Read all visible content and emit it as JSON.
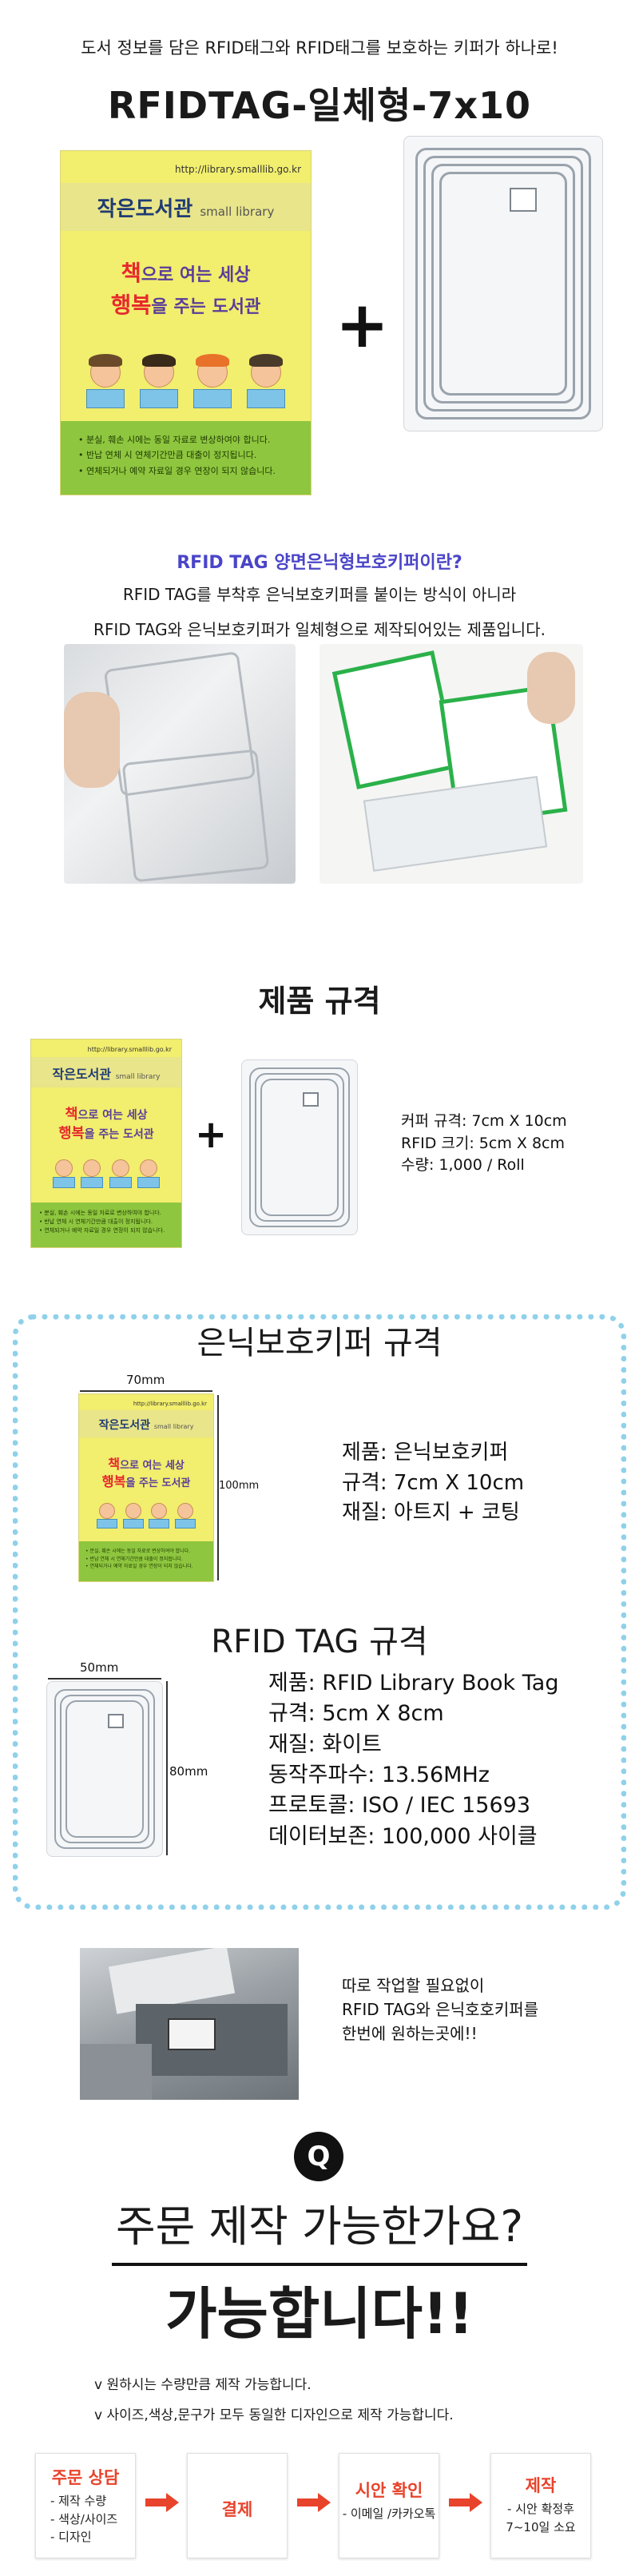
{
  "header": {
    "tagline": "도서 정보를 담은 RFID태그와  RFID태그를 보호하는 키퍼가 하나로!",
    "product_title": "RFIDTAG-일체형-7x10"
  },
  "cover": {
    "url": "http://library.smalllib.go.kr",
    "library_name": "작은도서관",
    "library_name_en": "small library",
    "slogan_line1_highlight": "책",
    "slogan_line1_rest": "으로 여는 세상",
    "slogan_line2_highlight": "행복",
    "slogan_line2_rest": "을 주는 도서관",
    "notes": [
      "• 분실, 훼손 시에는 동일 자료로 변상하여야 합니다.",
      "• 반납 연체 시 연체기간만큼 대출이 정지됩니다.",
      "• 연체되거나 예약 자료일 경우 연장이 되지 않습니다."
    ]
  },
  "plus_sign": "+",
  "intro": {
    "heading": "RFID TAG 양면은닉형보호키퍼이란?",
    "line1": "RFID TAG를 부착후 은닉보호키퍼를 붙이는 방식이 아니라",
    "line2": "RFID TAG와 은닉보호키퍼가 일체형으로 제작되어있는 제품입니다."
  },
  "spec_section": {
    "title": "제품 규격",
    "lines": [
      "커퍼 규격: 7cm X 10cm",
      "RFID 크기: 5cm X 8cm",
      "수량: 1,000 / Roll"
    ]
  },
  "keeper_spec": {
    "title": "은닉보호키퍼 규격",
    "width_label": "70mm",
    "height_label": "100mm",
    "lines": [
      "제품: 은닉보호키퍼",
      "규격: 7cm X 10cm",
      "재질: 아트지 + 코팅"
    ]
  },
  "rfid_spec": {
    "title": "RFID TAG 규격",
    "width_label": "50mm",
    "height_label": "80mm",
    "lines": [
      "제품: RFID Library Book Tag",
      "규격: 5cm X 8cm",
      "재질: 화이트",
      "동작주파수: 13.56MHz",
      "프로토콜: ISO / IEC 15693",
      "데이터보존: 100,000 사이클"
    ]
  },
  "machine": {
    "lines": [
      "따로 작업할 필요없이",
      "RFID TAG와 은닉호호키퍼를",
      "한번에 원하는곳에!!"
    ]
  },
  "faq": {
    "icon_letter": "Q",
    "question": "주문 제작 가능한가요?",
    "answer": "가능합니다!!",
    "note1": "v 원하시는 수량만큼 제작 가능합니다.",
    "note2": "v 사이즈,색상,문구가 모두 동일한 디자인으로 제작 가능합니다."
  },
  "steps": [
    {
      "title": "주문 상담",
      "items": [
        "- 제작 수량",
        "- 색상/사이즈",
        "- 디자인"
      ]
    },
    {
      "title": "결제",
      "items": []
    },
    {
      "title": "시안 확인",
      "items": [
        "- 이메일 /카카오톡"
      ]
    },
    {
      "title": "제작",
      "items": [
        "- 시안 확정후",
        "7~10일 소요"
      ]
    }
  ],
  "colors": {
    "accent_blue": "#4a45c8",
    "dotted_border": "#8fd1ea",
    "step_red": "#e8432b",
    "cover_yellow": "#f2ee6e",
    "cover_green": "#8ec63f"
  }
}
